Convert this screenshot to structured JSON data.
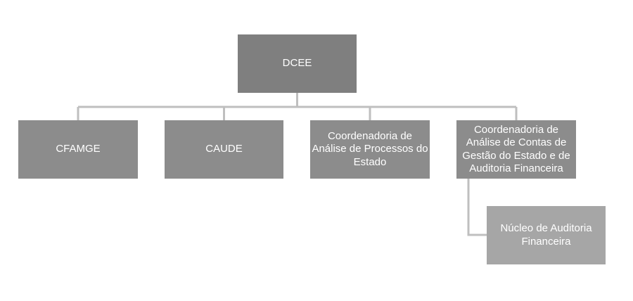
{
  "diagram": {
    "type": "org-chart",
    "colors": {
      "root_fill": "#7f7f7f",
      "level1_fill": "#8c8c8c",
      "level2_fill": "#a6a6a6",
      "connector": "#bfbfbf",
      "text": "#ffffff"
    },
    "root": {
      "label": "DCEE"
    },
    "level1": [
      {
        "label": "CFAMGE"
      },
      {
        "label": "CAUDE"
      },
      {
        "label": "Coordenadoria de\nAnálise de Processos do\nEstado"
      },
      {
        "label": "Coordenadoria de\nAnálise de Contas de\nGestão do Estado e de\nAuditoria Financeira"
      }
    ],
    "level2": [
      {
        "label": "Núcleo de Auditoria\nFinanceira",
        "parent": "Coordenadoria de Análise de Contas de Gestão do Estado e de Auditoria Financeira"
      }
    ]
  }
}
